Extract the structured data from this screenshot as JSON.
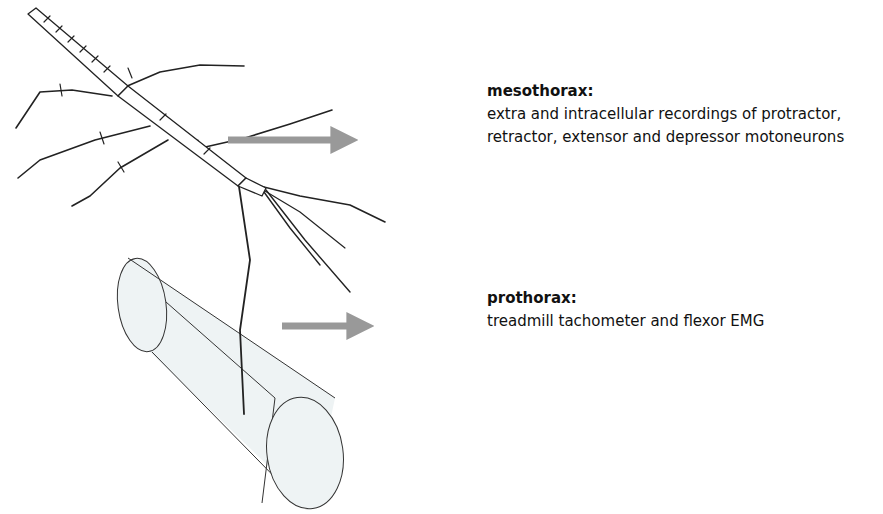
{
  "diagram": {
    "labels": [
      "mesothorax:",
      "extra and intracellular recordings of protractor, retractor, extensor and depressor motoneurons",
      "prothorax:",
      "treadmill tachometer and flexor EMG"
    ]
  }
}
